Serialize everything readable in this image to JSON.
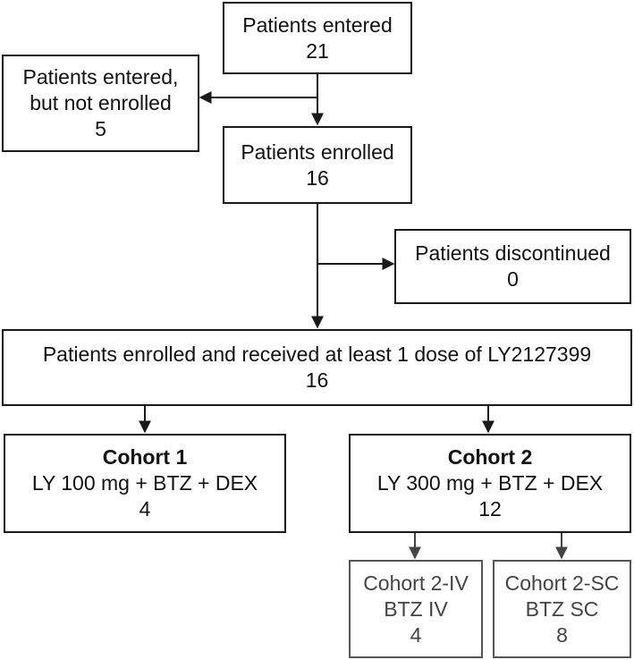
{
  "boxes": {
    "entered": {
      "lines": [
        "Patients entered",
        "21"
      ]
    },
    "not_enrolled": {
      "lines": [
        "Patients entered,",
        "but not enrolled",
        "5"
      ]
    },
    "enrolled": {
      "lines": [
        "Patients enrolled",
        "16"
      ]
    },
    "discontinued": {
      "lines": [
        "Patients discontinued",
        "0"
      ]
    },
    "received_dose": {
      "lines": [
        "Patients enrolled and received at least 1 dose of LY2127399",
        "16"
      ]
    },
    "cohort1": {
      "title": "Cohort 1",
      "lines": [
        "LY 100 mg + BTZ + DEX",
        "4"
      ]
    },
    "cohort2": {
      "title": "Cohort 2",
      "lines": [
        "LY 300 mg + BTZ + DEX",
        "12"
      ]
    },
    "cohort2_iv": {
      "lines": [
        "Cohort 2-IV",
        "BTZ IV",
        "4"
      ]
    },
    "cohort2_sc": {
      "lines": [
        "Cohort 2-SC",
        "BTZ SC",
        "8"
      ]
    }
  }
}
